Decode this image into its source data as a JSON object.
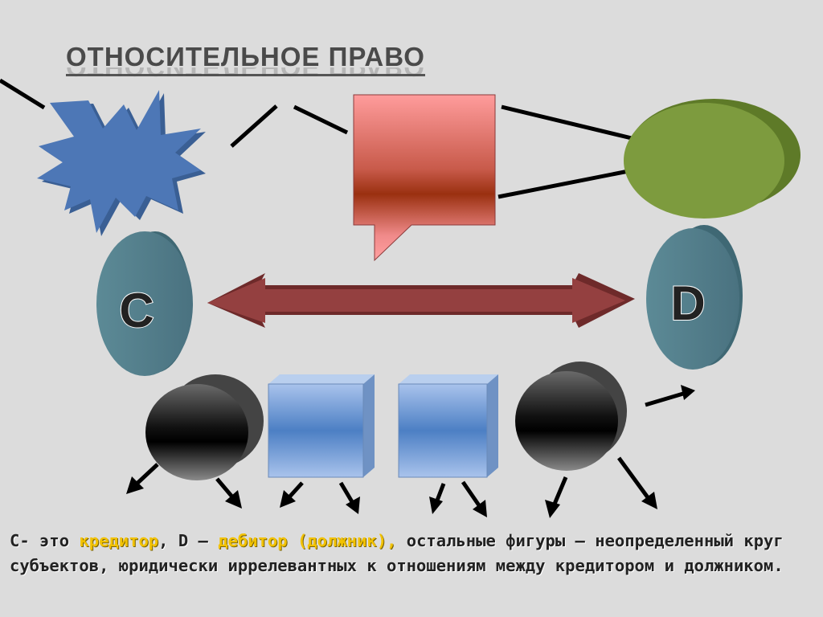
{
  "title": "ОТНОСИТЕЛЬНОЕ ПРАВО",
  "labels": {
    "creditor_letter": "C",
    "debtor_letter": "D"
  },
  "caption": {
    "part1": "С- это ",
    "creditor": "кредитор",
    "part2": ", D – ",
    "debtor": "дебитор (должник),",
    "part3": " остальные фигуры – неопределенный круг субъектов, юридически иррелевантных к отношениям между кредитором и должником."
  },
  "colors": {
    "background": "#dcdcdc",
    "star": "#4a72b0",
    "callout": "#e88080",
    "ellipse_green": "#7a9a3c",
    "circle_teal": "#5f8f9a",
    "arrow_red": "#8b3a3a",
    "cube_blue": "#7fa4d6",
    "highlight": "#f2c200"
  }
}
